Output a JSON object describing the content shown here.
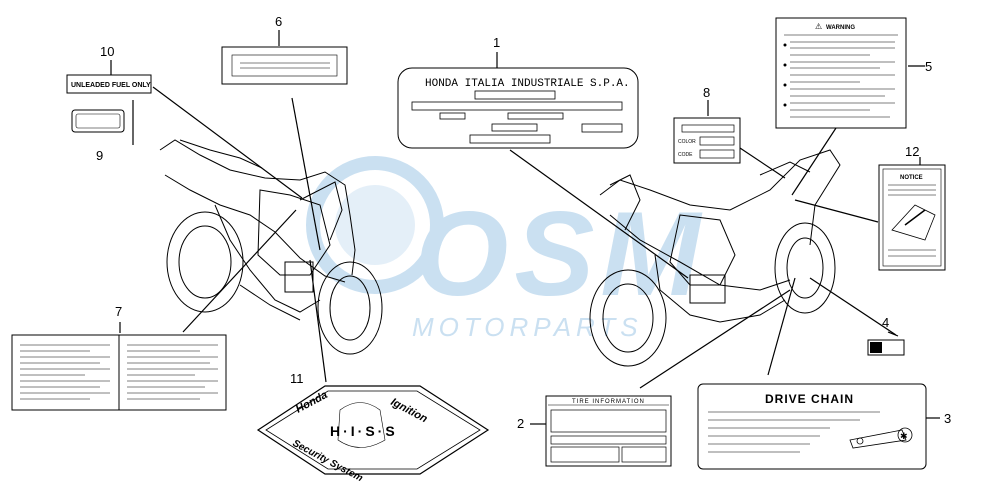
{
  "callouts": [
    "1",
    "2",
    "3",
    "4",
    "5",
    "6",
    "7",
    "8",
    "9",
    "10",
    "11",
    "12"
  ],
  "labels": {
    "honda_italia": "HONDA ITALIA INDUSTRIALE S.P.A.",
    "unleaded": "UNLEADED FUEL ONLY",
    "warning": "WARNING",
    "color": "COLOR",
    "code": "CODE",
    "notice": "NOTICE",
    "tire_info": "TIRE INFORMATION",
    "drive_chain": "DRIVE CHAIN",
    "his_honda": "Honda",
    "his_ignition": "Ignition",
    "his_letters": "H·I·S·S",
    "his_security": "Security System"
  },
  "watermark": {
    "brand": "OSM",
    "tagline": "MOTORPARTS",
    "color": "#9fc7e6"
  }
}
